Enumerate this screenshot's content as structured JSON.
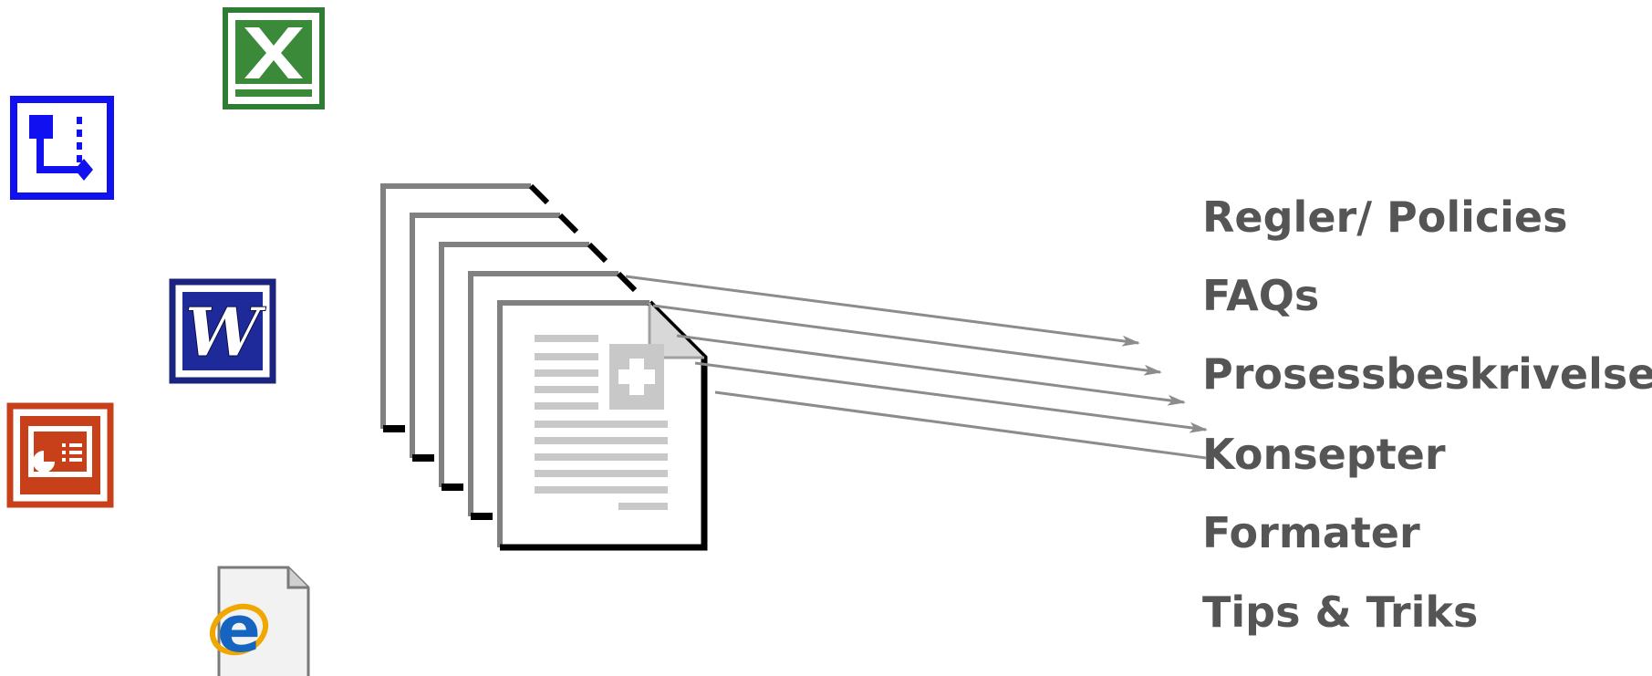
{
  "diagram": {
    "labels": [
      "Regler/ Policies",
      "FAQs",
      "Prosessbeskrivelser",
      "Konsepter",
      "Formater",
      "Tips & Triks"
    ]
  },
  "icons": {
    "excel": {
      "name": "excel-icon",
      "color": "#2e7d32"
    },
    "visio": {
      "name": "visio-icon",
      "color": "#1010f0"
    },
    "word": {
      "name": "word-icon",
      "color": "#1a237e"
    },
    "powerpoint": {
      "name": "powerpoint-icon",
      "color": "#c8401a"
    },
    "ie": {
      "name": "internet-explorer-document-icon",
      "color": "#1565c0"
    }
  },
  "colors": {
    "label_text": "#555555",
    "arrow": "#8c8c8c",
    "page_outline": "#808080"
  }
}
